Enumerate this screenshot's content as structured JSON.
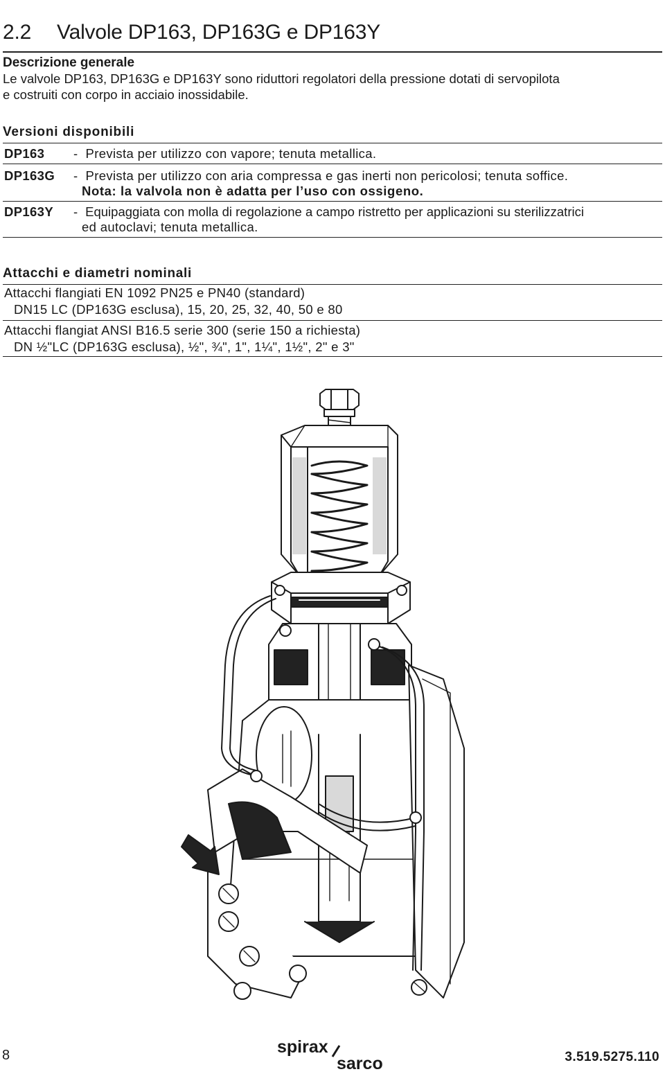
{
  "section": {
    "number": "2.2",
    "title": "Valvole DP163, DP163G e DP163Y"
  },
  "general": {
    "heading": "Descrizione generale",
    "line1": "Le valvole DP163, DP163G e DP163Y sono riduttori regolatori della pressione dotati di servopilota",
    "line2": "e costruiti con corpo in acciaio inossidabile."
  },
  "versions": {
    "heading": "Versioni disponibili",
    "items": [
      {
        "code": "DP163",
        "dash": "-",
        "text": "Prevista per utilizzo con vapore; tenuta metallica."
      },
      {
        "code": "DP163G",
        "dash": "-",
        "text": "Prevista per utilizzo con aria compressa e gas inerti non pericolosi; tenuta soffice.",
        "note": "Nota: la valvola non è adatta per l’uso con ossigeno."
      },
      {
        "code": "DP163Y",
        "dash": "-",
        "text": "Equipaggiata con molla di regolazione a campo ristretto per applicazioni su sterilizzatrici",
        "text2": "ed autoclavi; tenuta metallica."
      }
    ]
  },
  "connections": {
    "heading": "Attacchi e diametri nominali",
    "en_title": "Attacchi flangiati EN 1092 PN25 e PN40 (standard)",
    "en_sizes": "DN15 LC (DP163G esclusa), 15, 20, 25, 32, 40, 50 e 80",
    "ansi_title": "Attacchi flangiat ANSI B16.5 serie 300 (serie 150 a richiesta)",
    "ansi_sizes": "DN ½\"LC (DP163G esclusa), ½\", ¾\", 1\", 1¼\", 1½\", 2\" e 3\""
  },
  "illustration": {
    "icon": "pressure-reducing-valve-cutaway"
  },
  "footer": {
    "page": "8",
    "logo_line1": "spirax",
    "logo_line2": "sarco",
    "doc_ref": "3.519.5275.110"
  }
}
